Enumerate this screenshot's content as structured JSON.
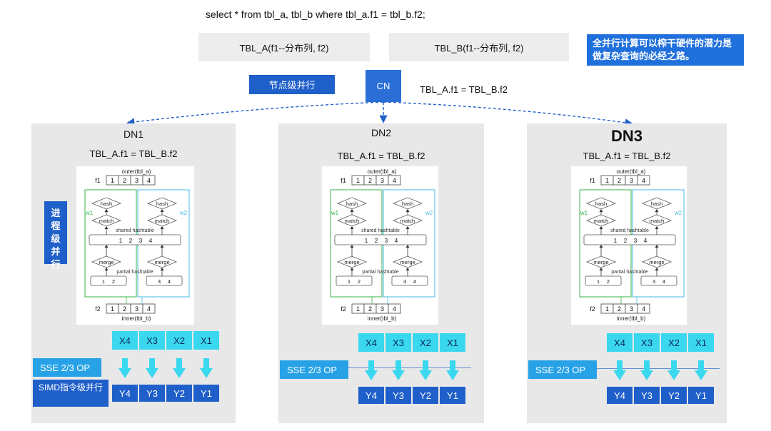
{
  "sql": "select * from tbl_a, tbl_b where tbl_a.f1 = tbl_b.f2;",
  "tables": {
    "a": "TBL_A(f1--分布列, f2)",
    "b": "TBL_B(f1--分布列, f2)"
  },
  "note": "全并行计算可以榨干硬件的潜力是做复杂查询的必经之路。",
  "node_parallel_label": "节点级并行",
  "cn": {
    "label": "CN",
    "condition": "TBL_A.f1 = TBL_B.f2"
  },
  "process_parallel_label": "进程级并行",
  "sse_label": "SSE 2/3 OP",
  "simd_label": "SIMD指令级并行",
  "registers_x": [
    "X4",
    "X3",
    "X2",
    "X1"
  ],
  "registers_y": [
    "Y4",
    "Y3",
    "Y2",
    "Y1"
  ],
  "dn_nodes": [
    {
      "title": "DN1",
      "condition": "TBL_A.f1 = TBL_B.f2"
    },
    {
      "title": "DN2",
      "condition": "TBL_A.f1 = TBL_B.f2"
    },
    {
      "title": "DN3",
      "condition": "TBL_A.f1 = TBL_B.f2"
    }
  ],
  "algo": {
    "outer": "outer(tbl_a)",
    "inner": "inner(tbl_b)",
    "f1": "f1",
    "f2": "f2",
    "cells": [
      "1",
      "2",
      "3",
      "4"
    ],
    "hash": "hash",
    "match": "match",
    "merge": "merge",
    "shared": "shared hashtable",
    "partial": "partial hashtable",
    "w1": "w1",
    "w2": "w2",
    "shared_cells": [
      "1",
      "2",
      "3",
      "4"
    ],
    "partial_left": [
      "1",
      "2"
    ],
    "partial_right": [
      "3",
      "4"
    ]
  },
  "colors": {
    "blue": "#1f5fc9",
    "cyan": "#3ad8ef",
    "sse": "#27a2e6",
    "panel": "#e8e8e8",
    "green": "#3ab34a",
    "lightblue": "#49b9e6"
  }
}
